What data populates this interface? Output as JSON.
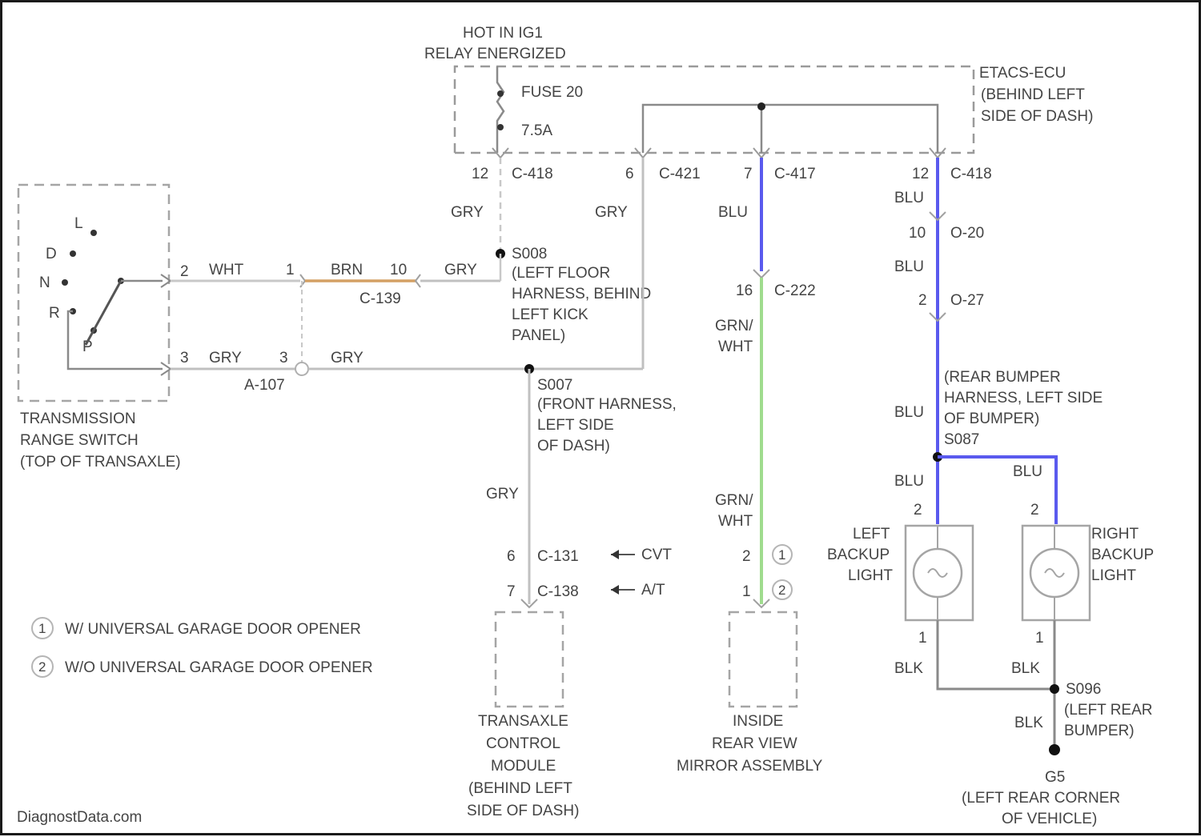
{
  "power": {
    "hot_line1": "HOT IN IG1",
    "hot_line2": "RELAY ENERGIZED",
    "fuse_name": "FUSE 20",
    "fuse_amp": "7.5A",
    "module_line1": "ETACS-ECU",
    "module_line2": "(BEHIND LEFT",
    "module_line3": "SIDE OF DASH)"
  },
  "connectors": {
    "c418a_pin": "12",
    "c418a": "C-418",
    "c421_pin": "6",
    "c421": "C-421",
    "c417_pin": "7",
    "c417": "C-417",
    "c418b_pin": "12",
    "c418b": "C-418",
    "c139_l": "1",
    "c139_r": "10",
    "c139": "C-139",
    "a107_pin_top": "2",
    "a107_pin_bot": "3",
    "a107_pin_mid": "3",
    "a107": "A-107",
    "c222_pin": "16",
    "c222": "C-222",
    "o20_pin": "10",
    "o20": "O-20",
    "o27_pin": "2",
    "o27": "O-27",
    "c131_pin": "6",
    "c131": "C-131",
    "c138_pin": "7",
    "c138": "C-138",
    "mirror_pin_a": "2",
    "mirror_pin_b": "1",
    "lamp_left_top": "2",
    "lamp_left_bot": "1",
    "lamp_right_top": "2",
    "lamp_right_bot": "1"
  },
  "wires": {
    "gry": "GRY",
    "wht": "WHT",
    "brn": "BRN",
    "blu": "BLU",
    "grn": "GRN/",
    "grn_wht": "WHT",
    "blk": "BLK"
  },
  "splices": {
    "s008_1": "S008",
    "s008_2": "(LEFT FLOOR",
    "s008_3": "HARNESS, BEHIND",
    "s008_4": "LEFT KICK",
    "s008_5": "PANEL)",
    "s007_1": "S007",
    "s007_2": "(FRONT HARNESS,",
    "s007_3": "LEFT SIDE",
    "s007_4": "OF DASH)",
    "s087_1": "(REAR BUMPER",
    "s087_2": "HARNESS, LEFT SIDE",
    "s087_3": "OF BUMPER)",
    "s087_4": "S087",
    "s096_1": "S096",
    "s096_2": "(LEFT REAR",
    "s096_3": "BUMPER)"
  },
  "switch": {
    "positions": [
      "L",
      "D",
      "N",
      "R",
      "P"
    ],
    "name1": "TRANSMISSION",
    "name2": "RANGE SWITCH",
    "name3": "(TOP OF TRANSAXLE)"
  },
  "tcm": {
    "l1": "TRANSAXLE",
    "l2": "CONTROL",
    "l3": "MODULE",
    "l4": "(BEHIND LEFT",
    "l5": "SIDE OF DASH)"
  },
  "mirror": {
    "l1": "INSIDE",
    "l2": "REAR VIEW",
    "l3": "MIRROR ASSEMBLY"
  },
  "lamps": {
    "left1": "LEFT",
    "left2": "BACKUP",
    "left3": "LIGHT",
    "right1": "RIGHT",
    "right2": "BACKUP",
    "right3": "LIGHT"
  },
  "ground": {
    "id": "G5",
    "l1": "(LEFT REAR CORNER",
    "l2": "OF VEHICLE)"
  },
  "variants": {
    "cvt": "CVT",
    "at": "A/T"
  },
  "legend": [
    {
      "num": "1",
      "text": "W/ UNIVERSAL GARAGE DOOR OPENER"
    },
    {
      "num": "2",
      "text": "W/O UNIVERSAL GARAGE DOOR OPENER"
    }
  ],
  "watermark": "DiagnostData.com",
  "colors": {
    "blu_wire": "#5a5aee",
    "grn_wire": "#9fdc8e",
    "brn_wire": "#d4a064",
    "gry_wire": "#b8b8b8",
    "dark_wire": "#8a8a8a"
  }
}
